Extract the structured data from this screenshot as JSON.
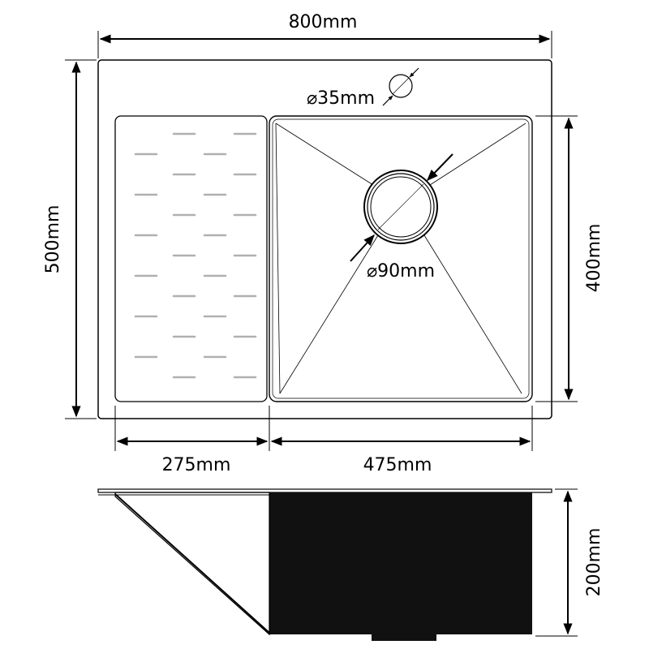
{
  "dimensions": {
    "overall_width": "800mm",
    "overall_depth": "500mm",
    "tap_hole_diameter": "⌀35mm",
    "drain_diameter": "⌀90mm",
    "bowl_depth_front_to_back": "400mm",
    "drainboard_width": "275mm",
    "bowl_width": "475mm",
    "bowl_height": "200mm"
  },
  "colors": {
    "line": "#000000",
    "background": "#ffffff",
    "rib": "#b0b0b0",
    "basin_side": "#111111"
  }
}
